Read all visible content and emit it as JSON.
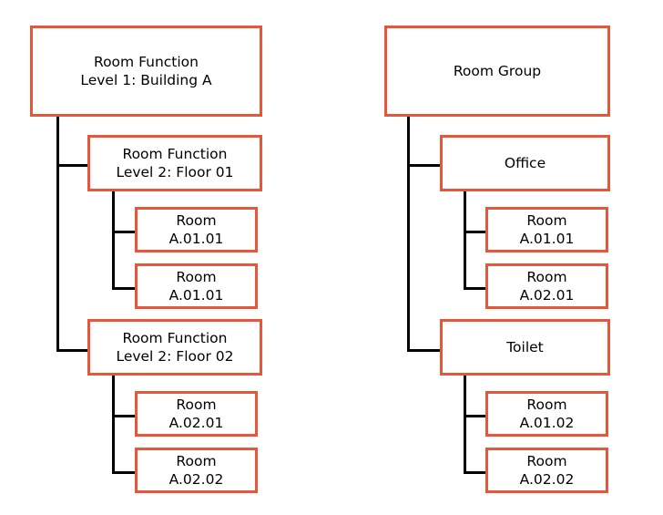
{
  "diagram": {
    "title_hidden": "",
    "style": {
      "box_border_color": "#E8563A",
      "connector_color": "#000000",
      "background_color": "#FFFFFF",
      "text_color": "#000000"
    },
    "trees": [
      {
        "id": "room-function-tree",
        "root": {
          "line1": "Room Function",
          "line2": "Level 1: Building A"
        },
        "branches": [
          {
            "label": {
              "line1": "Room Function",
              "line2": "Level 2: Floor 01"
            },
            "leaves": [
              {
                "line1": "Room",
                "line2": "A.01.01"
              },
              {
                "line1": "Room",
                "line2": "A.01.01"
              }
            ]
          },
          {
            "label": {
              "line1": "Room Function",
              "line2": "Level 2: Floor 02"
            },
            "leaves": [
              {
                "line1": "Room",
                "line2": "A.02.01"
              },
              {
                "line1": "Room",
                "line2": "A.02.02"
              }
            ]
          }
        ]
      },
      {
        "id": "room-group-tree",
        "root": {
          "line1": "Room Group",
          "line2": ""
        },
        "branches": [
          {
            "label": {
              "line1": "Office",
              "line2": ""
            },
            "leaves": [
              {
                "line1": "Room",
                "line2": "A.01.01"
              },
              {
                "line1": "Room",
                "line2": "A.02.01"
              }
            ]
          },
          {
            "label": {
              "line1": "Toilet",
              "line2": ""
            },
            "leaves": [
              {
                "line1": "Room",
                "line2": "A.01.02"
              },
              {
                "line1": "Room",
                "line2": "A.02.02"
              }
            ]
          }
        ]
      }
    ]
  }
}
